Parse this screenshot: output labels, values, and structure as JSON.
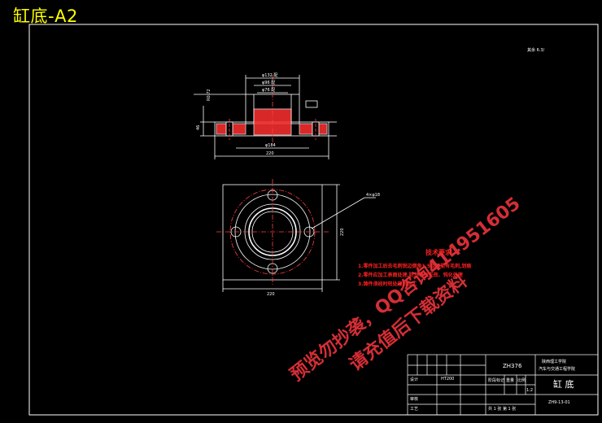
{
  "drawing": {
    "title": "缸底-A2",
    "top_right_mark": "其余 6.3/",
    "tech_heading": "技术要求",
    "tech_lines": [
      "1.零件加工后去毛刺锐边倒角1.5及不能有毛刺,划痕",
      "2.零件应加工表面处理,防止锈蚀失效、钝化处理",
      "3.铸件须经时效处理后加工"
    ],
    "dims": {
      "top_width": "φ132 配",
      "inner_d1": "φ96 配",
      "inner_d2": "φ76 配",
      "left_h1": "R0.72",
      "left_h2": "46",
      "bottom_d": "φ184",
      "overall_w": "220",
      "plan_w": "220",
      "plan_h": "220",
      "hole_note": "4×φ18"
    },
    "title_block": {
      "part_number": "ZH376",
      "company_l1": "陕西理工学院",
      "company_l2": "汽车与交通工程学院",
      "part_name": "缸 底",
      "drawing_no": "ZH9-13-01",
      "material": "HT200",
      "scale": "1:2",
      "designer": "设计",
      "checker": "审核",
      "process": "工艺",
      "sheet": "共 1 张  第 1 张",
      "stage": "阶段标记",
      "weight": "重量",
      "ratio": "比例"
    },
    "watermark": {
      "line1": "预览勿抄袭，QQ咨询414951605",
      "line2": "请充值后下载资料"
    },
    "colors": {
      "line": "#ffffff",
      "title": "#ffff00",
      "watermark": "#e8323a",
      "hatch": "#ff3030",
      "center": "#ff4040"
    }
  }
}
